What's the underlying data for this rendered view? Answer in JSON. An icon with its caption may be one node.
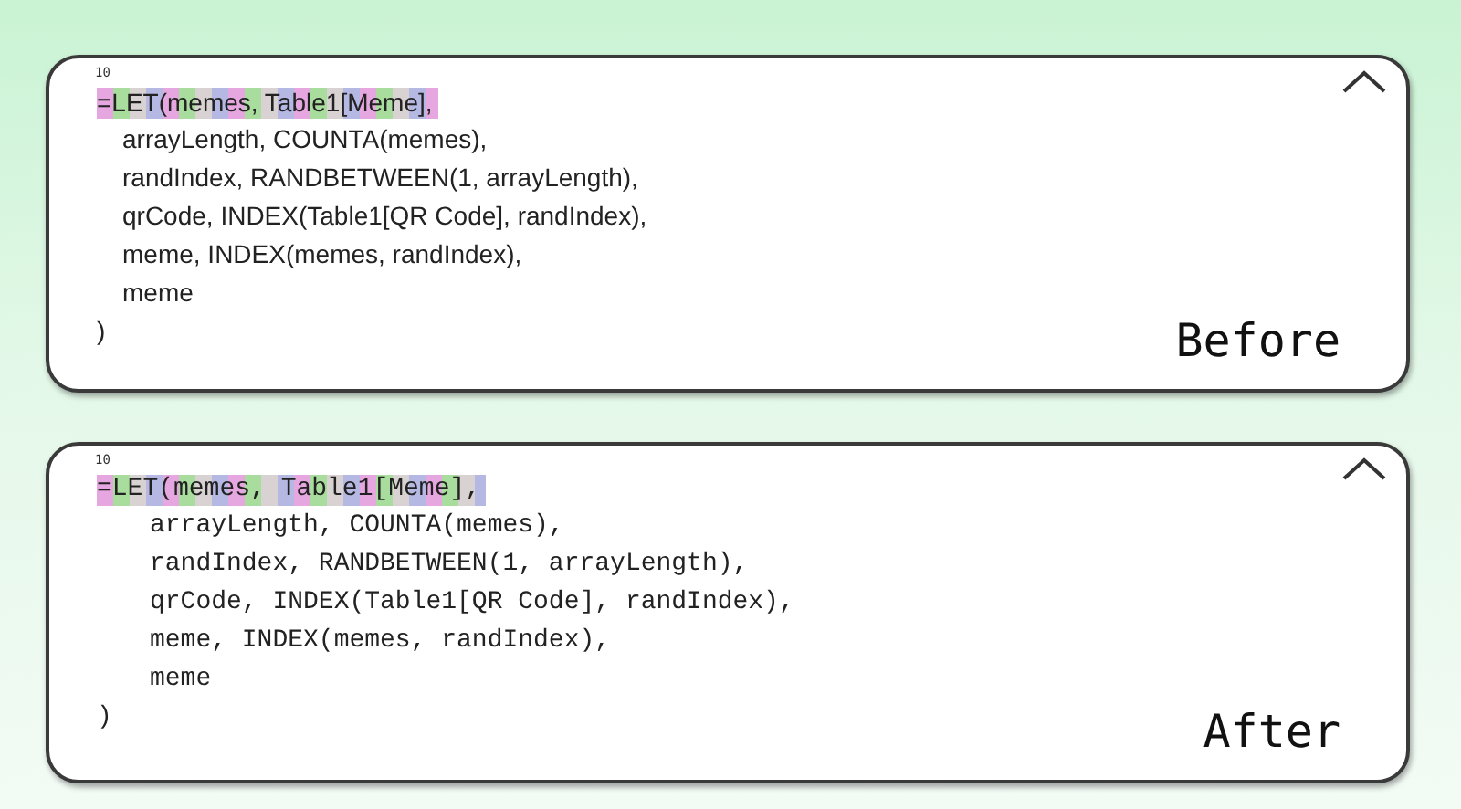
{
  "diagram": {
    "nodes": [
      {
        "text": [
          "10",
          "=LET(memes, Table1[Meme],",
          "arrayLength, COUNTA(memes),",
          "randIndex, RANDBETWEEN(1, arrayLength),",
          "qrCode, INDEX(Table1[QR Code], randIndex),",
          "meme, INDEX(memes, randIndex),",
          "meme",
          ")",
          "Before"
        ]
      },
      {
        "text": [
          "10",
          "=LET(memes, Table1[Meme],",
          "arrayLength, COUNTA(memes),",
          "randIndex, RANDBETWEEN(1, arrayLength),",
          "qrCode, INDEX(Table1[QR Code], randIndex),",
          "meme, INDEX(memes, randIndex),",
          "meme",
          ")",
          "After"
        ]
      }
    ]
  }
}
